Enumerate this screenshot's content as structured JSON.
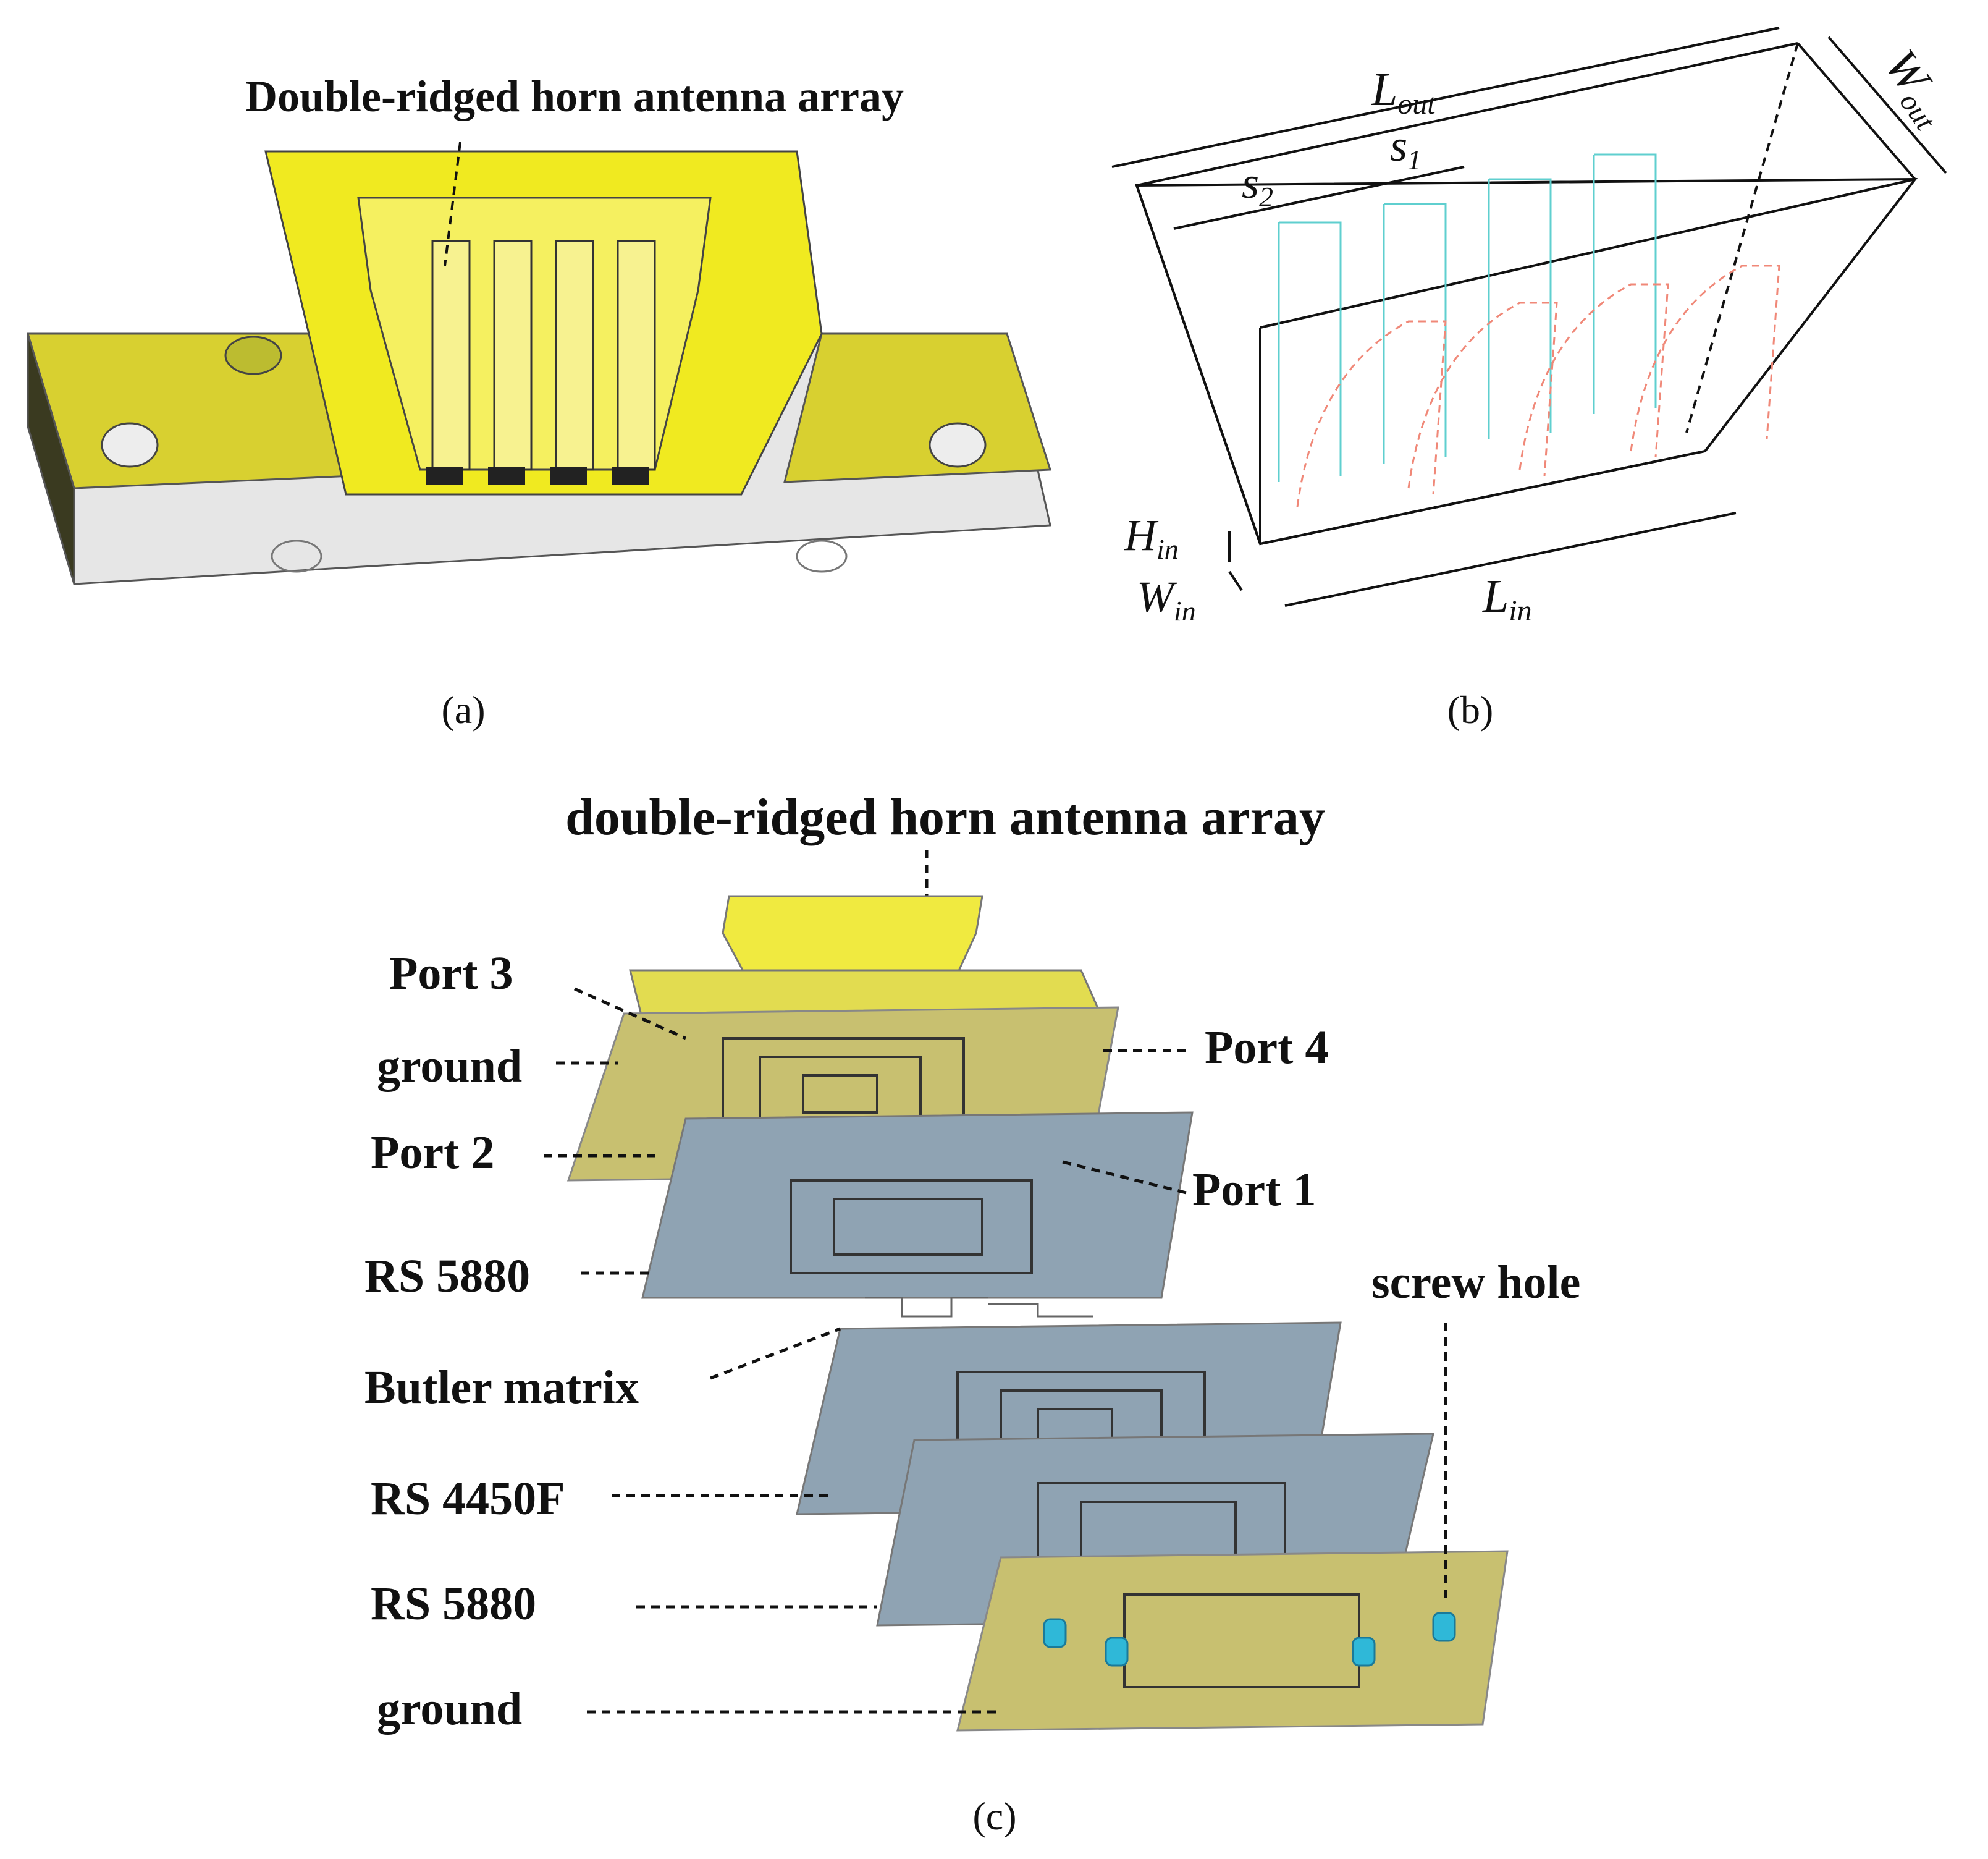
{
  "panel_a": {
    "title": "Double-ridged horn antenna array",
    "caption": "(a)"
  },
  "panel_b": {
    "caption": "(b)",
    "dims": {
      "L": "L",
      "L_sub": "out",
      "W": "W",
      "W_sub": "out",
      "s1": "s",
      "s1_sub": "1",
      "s2": "s",
      "s2_sub": "2",
      "H_in": "H",
      "H_in_sub": "in",
      "W_in": "W",
      "W_in_sub": "in",
      "L_in": "L",
      "L_in_sub": "in"
    },
    "colors": {
      "ridge_top": "#5fcfcf",
      "ridge_side": "#f08878"
    }
  },
  "panel_c": {
    "caption": "(c)",
    "title": "double-ridged horn antenna array",
    "labels": {
      "port3": "Port 3",
      "ground_top": "ground",
      "port2": "Port 2",
      "rs5880_a": "RS 5880",
      "butler": "Butler matrix",
      "rs4450f": "RS 4450F",
      "rs5880_b": "RS  5880",
      "ground_bottom": "ground",
      "port4": "Port 4",
      "port1": "Port 1",
      "screw": "screw hole"
    },
    "colors": {
      "gold": "#c8c070",
      "gray_board": "#8fa3b3",
      "horn_yellow": "#e8e040",
      "screw": "#2fb8d8"
    }
  }
}
